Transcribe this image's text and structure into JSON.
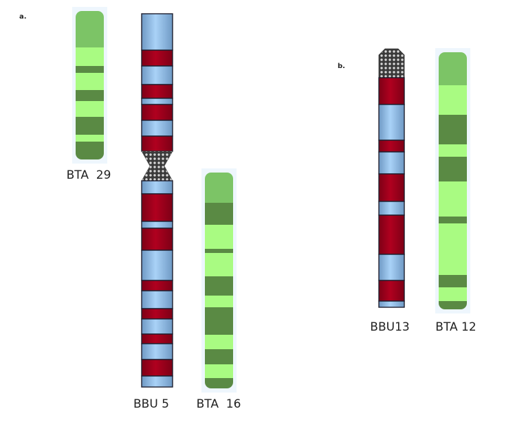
{
  "panels": [
    {
      "label": "a."
    },
    {
      "label": "b."
    }
  ],
  "colors": {
    "bta_top": "#7cc466",
    "bta_light": "#a9fb82",
    "bta_dark": "#5a8a44",
    "bta_halo": "#eef6fd",
    "bbu_blue": "#9ec8ef",
    "bbu_red": "#a6001e",
    "bbu_outline": "#1e1e2e",
    "centromere": "#8a8a8a"
  },
  "chromosomes": [
    {
      "id": "bta29",
      "name": "BTA  29",
      "species": "BTA",
      "bands": [
        {
          "type": "top",
          "len": 53
        },
        {
          "type": "light",
          "len": 27
        },
        {
          "type": "dark",
          "len": 10
        },
        {
          "type": "light",
          "len": 25
        },
        {
          "type": "dark",
          "len": 16
        },
        {
          "type": "light",
          "len": 23
        },
        {
          "type": "dark",
          "len": 26
        },
        {
          "type": "light",
          "len": 10
        },
        {
          "type": "dark",
          "len": 26
        }
      ]
    },
    {
      "id": "bbu5",
      "name": "BBU 5",
      "species": "BBU",
      "bands": [
        {
          "type": "blue",
          "len": 53
        },
        {
          "type": "red",
          "len": 23
        },
        {
          "type": "blue",
          "len": 27
        },
        {
          "type": "red",
          "len": 20
        },
        {
          "type": "blue",
          "len": 9
        },
        {
          "type": "red",
          "len": 23
        },
        {
          "type": "blue",
          "len": 23
        },
        {
          "type": "red",
          "len": 22
        },
        {
          "type": "centromere",
          "len": 43
        },
        {
          "type": "blue",
          "len": 19
        },
        {
          "type": "red",
          "len": 40
        },
        {
          "type": "blue",
          "len": 10
        },
        {
          "type": "red",
          "len": 32
        },
        {
          "type": "blue",
          "len": 44
        },
        {
          "type": "red",
          "len": 15
        },
        {
          "type": "blue",
          "len": 26
        },
        {
          "type": "red",
          "len": 15
        },
        {
          "type": "blue",
          "len": 22
        },
        {
          "type": "red",
          "len": 14
        },
        {
          "type": "blue",
          "len": 23
        },
        {
          "type": "red",
          "len": 24
        },
        {
          "type": "blue",
          "len": 16
        }
      ]
    },
    {
      "id": "bta16",
      "name": "BTA  16",
      "species": "BTA",
      "bands": [
        {
          "type": "top",
          "len": 44
        },
        {
          "type": "dark",
          "len": 32
        },
        {
          "type": "light",
          "len": 35
        },
        {
          "type": "dark",
          "len": 6
        },
        {
          "type": "light",
          "len": 34
        },
        {
          "type": "dark",
          "len": 28
        },
        {
          "type": "light",
          "len": 17
        },
        {
          "type": "dark",
          "len": 40
        },
        {
          "type": "light",
          "len": 21
        },
        {
          "type": "dark",
          "len": 22
        },
        {
          "type": "light",
          "len": 20
        },
        {
          "type": "dark",
          "len": 15
        }
      ]
    },
    {
      "id": "bbu13",
      "name": "BBU13",
      "species": "BBU",
      "bands": [
        {
          "type": "cap",
          "len": 42
        },
        {
          "type": "red",
          "len": 39
        },
        {
          "type": "blue",
          "len": 52
        },
        {
          "type": "red",
          "len": 17
        },
        {
          "type": "blue",
          "len": 32
        },
        {
          "type": "red",
          "len": 40
        },
        {
          "type": "blue",
          "len": 20
        },
        {
          "type": "red",
          "len": 57
        },
        {
          "type": "blue",
          "len": 38
        },
        {
          "type": "red",
          "len": 30
        },
        {
          "type": "blue",
          "len": 9
        }
      ]
    },
    {
      "id": "bta12",
      "name": "BTA 12",
      "species": "BTA",
      "bands": [
        {
          "type": "top",
          "len": 48
        },
        {
          "type": "light",
          "len": 43
        },
        {
          "type": "dark",
          "len": 43
        },
        {
          "type": "light",
          "len": 18
        },
        {
          "type": "dark",
          "len": 36
        },
        {
          "type": "light",
          "len": 51
        },
        {
          "type": "dark",
          "len": 10
        },
        {
          "type": "light",
          "len": 75
        },
        {
          "type": "dark",
          "len": 18
        },
        {
          "type": "light",
          "len": 20
        },
        {
          "type": "dark",
          "len": 12
        }
      ]
    }
  ]
}
